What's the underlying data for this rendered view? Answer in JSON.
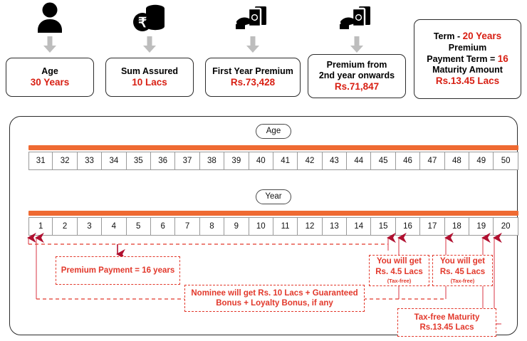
{
  "top_cards": [
    {
      "icon": "person-icon",
      "arrow": "grey-down-arrow",
      "line1": "Age",
      "line2": "30 Years",
      "line1_color": "#000000",
      "line2_color": "#d81f13"
    },
    {
      "icon": "rupee-coins-icon",
      "arrow": "grey-down-arrow",
      "line1": "Sum Assured",
      "line2": "10 Lacs",
      "line1_color": "#000000",
      "line2_color": "#d81f13"
    },
    {
      "icon": "hand-cash-icon",
      "arrow": "grey-down-arrow",
      "line1": "First Year Premium",
      "line2": "Rs.73,428",
      "line1_color": "#000000",
      "line2_color": "#d81f13"
    },
    {
      "icon": "hand-cash-icon",
      "arrow": "grey-down-arrow",
      "line1": "Premium from",
      "line1b": "2nd year onwards",
      "line2": "Rs.71,847",
      "line1_color": "#000000",
      "line2_color": "#d81f13"
    }
  ],
  "summary_card": {
    "term_label": "Term  - ",
    "term_value": "20 Years",
    "premium_label": "Premium",
    "ppt_label": "Payment Term = ",
    "ppt_value": "16",
    "maturity_label": "Maturity Amount",
    "maturity_value": "Rs.13.45 Lacs"
  },
  "timeline": {
    "age_pill": "Age",
    "year_pill": "Year",
    "age_values": [
      "31",
      "32",
      "33",
      "34",
      "35",
      "36",
      "37",
      "38",
      "39",
      "40",
      "41",
      "42",
      "43",
      "44",
      "45",
      "46",
      "47",
      "48",
      "49",
      "50"
    ],
    "year_values": [
      "1",
      "2",
      "3",
      "4",
      "5",
      "6",
      "7",
      "8",
      "9",
      "10",
      "11",
      "12",
      "13",
      "14",
      "15",
      "16",
      "17",
      "18",
      "19",
      "20"
    ]
  },
  "callouts": {
    "premium_payment": "Premium Payment = 16 years",
    "nominee_line1": "Nominee will get Rs. 10 Lacs + Guaranteed",
    "nominee_line2": "Bonus + Loyalty Bonus, if any",
    "payout1_line1": "You will get",
    "payout1_line2": "Rs. 4.5 Lacs",
    "payout1_note": "(Tax-free)",
    "payout2_line1": "You will get",
    "payout2_line2": "Rs. 45 Lacs",
    "payout2_note": "(Tax-free)",
    "maturity_line1": "Tax-free Maturity",
    "maturity_line2": "Rs.13.45 Lacs"
  },
  "colors": {
    "orange": "#ef6a32",
    "red": "#d81f13",
    "callout_red": "#e2382b",
    "connector": "#e8808a",
    "arrow_head": "#b01030",
    "grey_arrow": "#bdbdbd"
  }
}
